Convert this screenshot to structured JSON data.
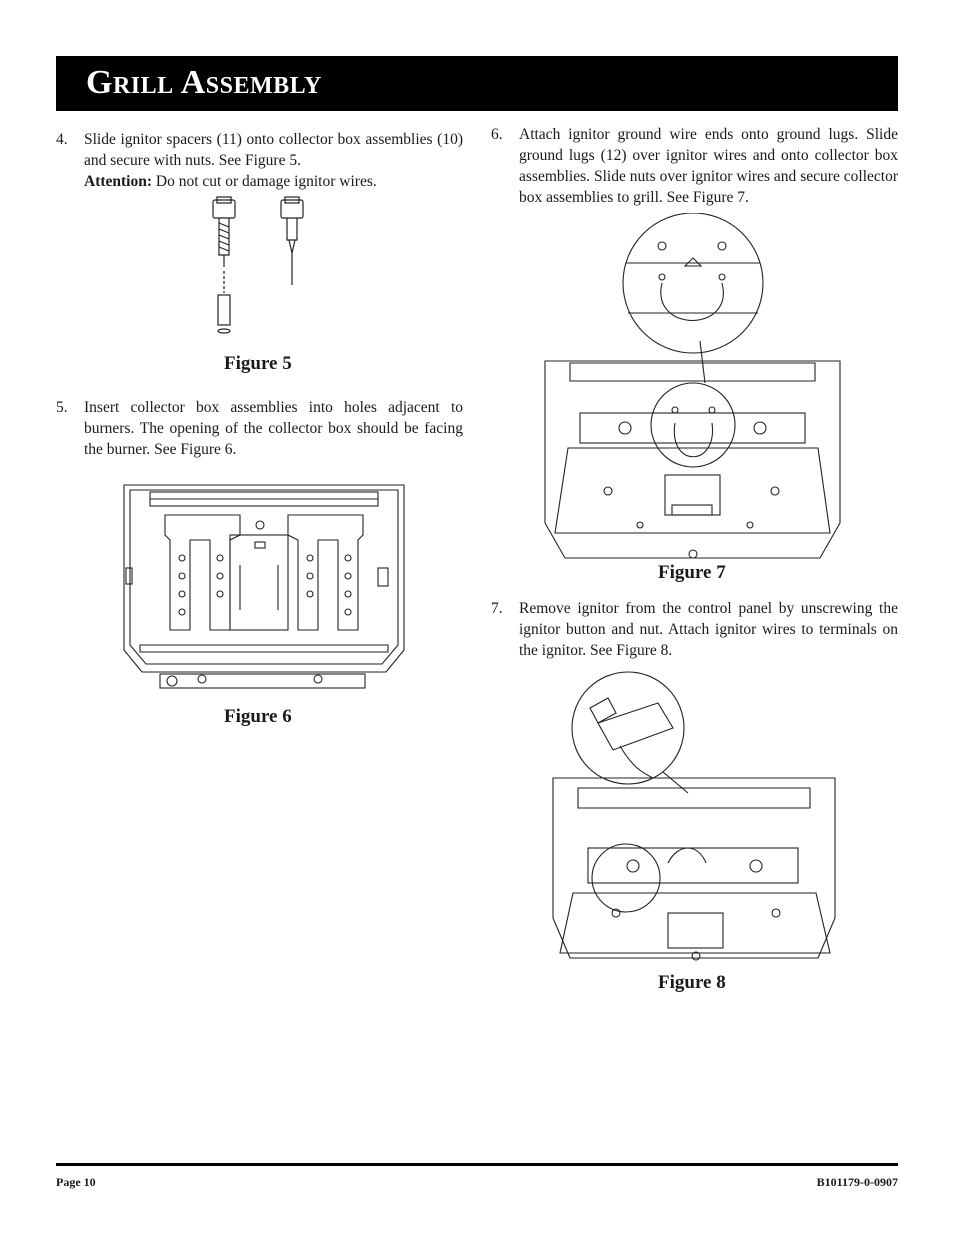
{
  "header": {
    "title": "Grill Assembly"
  },
  "steps": {
    "s4": {
      "num": "4.",
      "text": "Slide ignitor spacers (11) onto collector box assemblies (10) and secure with nuts. See Figure 5.",
      "attention_label": "Attention:",
      "attention_text": " Do not cut or damage ignitor wires."
    },
    "s5": {
      "num": "5.",
      "text": "Insert collector box assemblies into holes adjacent to burners.  The opening of the collector box should be facing the burner.  See Figure 6."
    },
    "s6": {
      "num": "6.",
      "text": "Attach ignitor ground wire ends onto ground lugs.  Slide ground lugs (12) over ignitor wires and onto collector box assemblies.  Slide nuts over ignitor wires and secure collector box assemblies to grill. See Figure 7."
    },
    "s7": {
      "num": "7.",
      "text": "Remove ignitor from the control panel by unscrewing the ignitor button and nut. Attach ignitor wires to terminals on the ignitor. See Figure 8."
    }
  },
  "figures": {
    "f5": "Figure 5",
    "f6": "Figure 6",
    "f7": "Figure 7",
    "f8": "Figure 8"
  },
  "footer": {
    "page": "Page 10",
    "doc_id": "B101179-0-0907"
  }
}
